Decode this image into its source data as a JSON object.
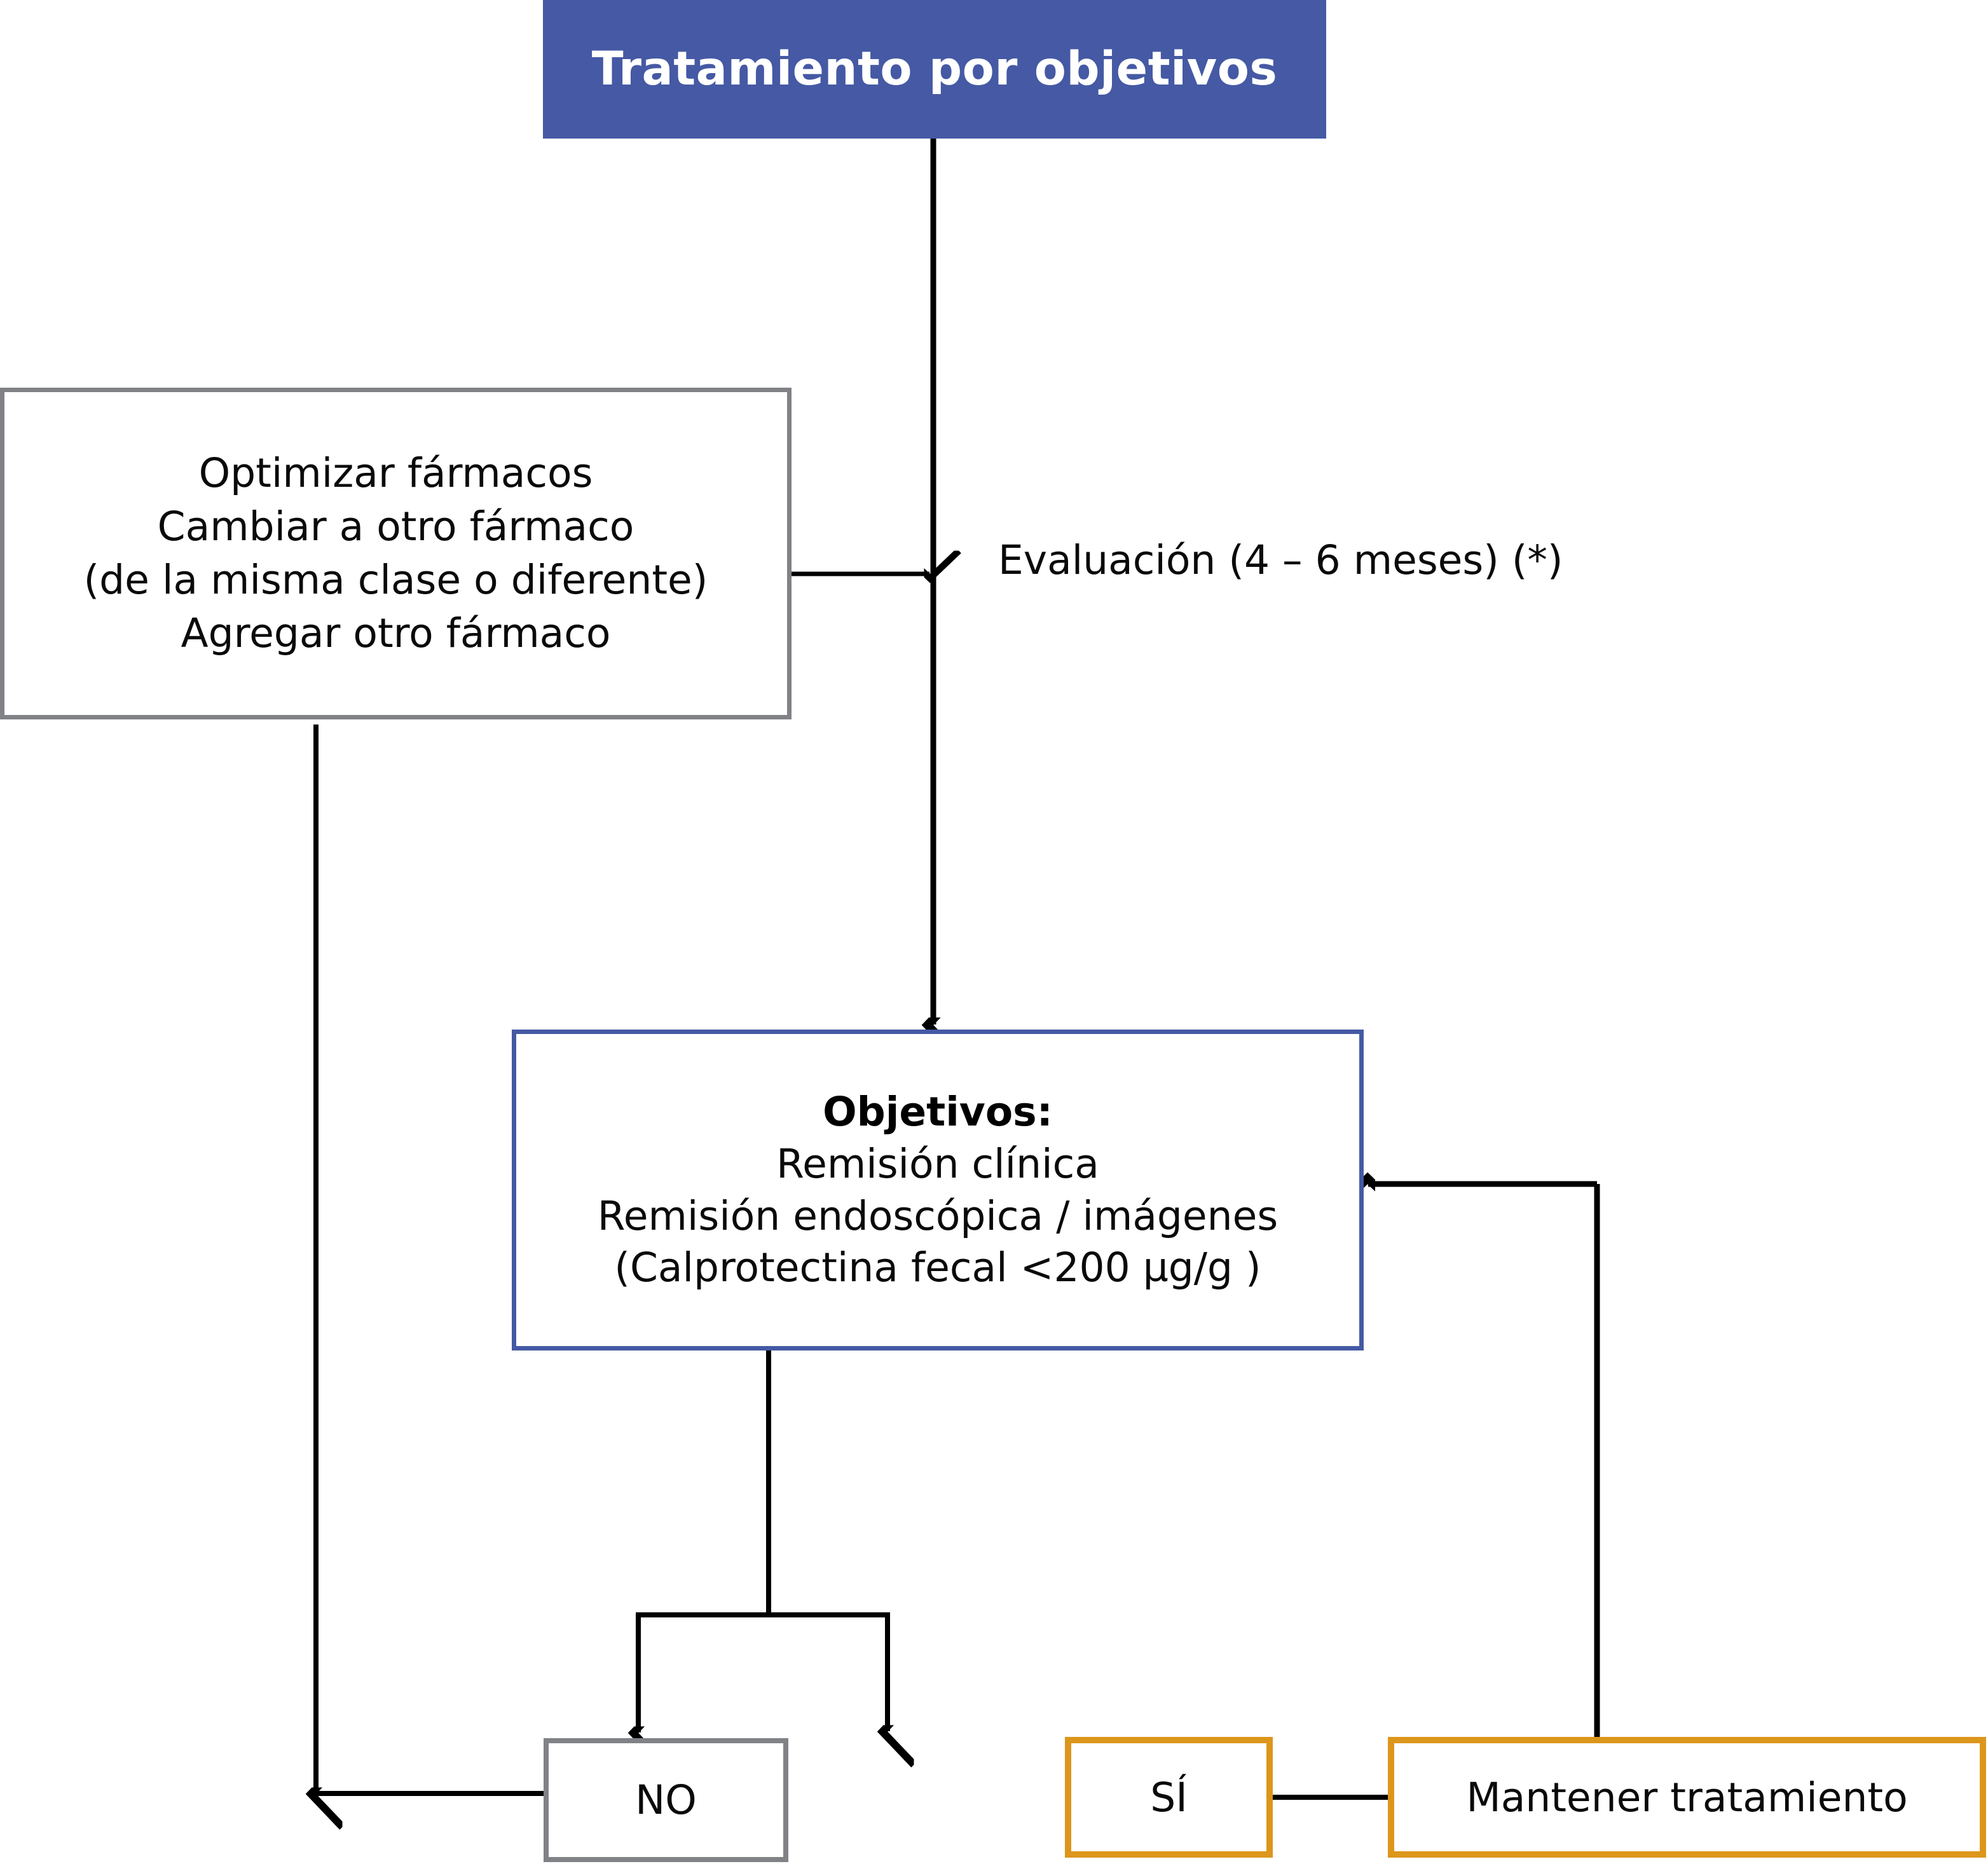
{
  "diagram": {
    "title": "Tratamiento por objetivos",
    "language": "es",
    "colors": {
      "header_blue": "#4559a4",
      "goal_border_blue": "#4559a4",
      "gray_border": "#808286",
      "orange_border": "#dd961c",
      "text": "#0a0a0a",
      "background": "#ffffff",
      "edge": "#000000"
    }
  },
  "header": {
    "title": "Tratamiento por objetivos"
  },
  "optimize_box": {
    "lines": [
      "Optimizar fármacos",
      "Cambiar a otro fármaco",
      "(de la misma clase o diferente)",
      "Agregar otro fármaco"
    ]
  },
  "evaluation_label": {
    "text": "Evaluación (4 – 6 meses) (*)"
  },
  "goals_box": {
    "heading": "Objetivos:",
    "lines": [
      "Remisión clínica",
      "Remisión endoscópica / imágenes",
      "(Calprotectina fecal <200 µg/g )"
    ]
  },
  "decision": {
    "no_label": "NO",
    "yes_label": "SÍ"
  },
  "maintain_box": {
    "label": "Mantener tratamiento"
  }
}
